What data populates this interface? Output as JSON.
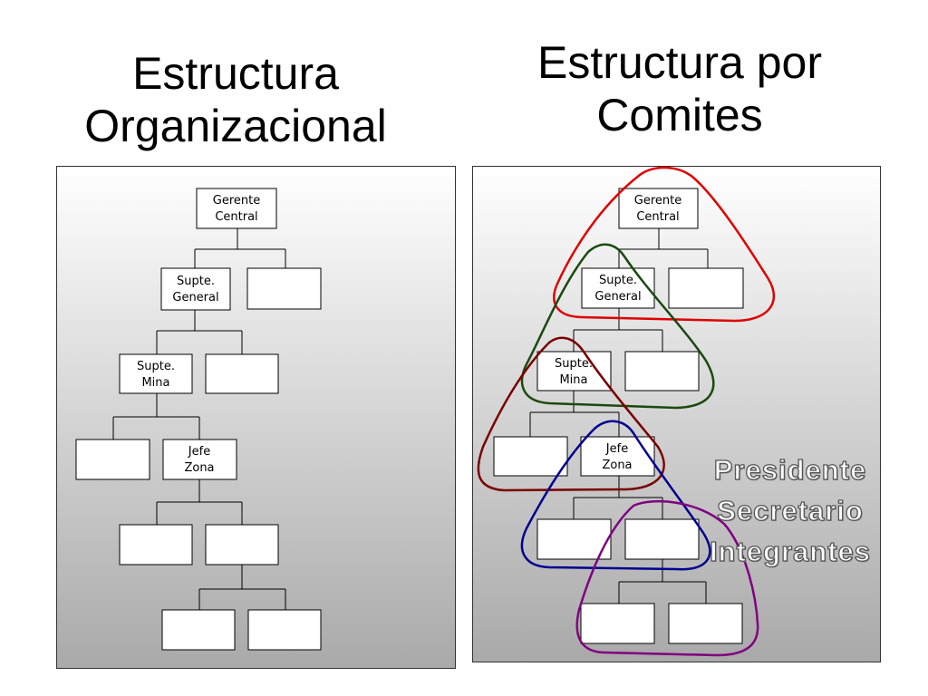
{
  "titles": {
    "left_line1": "Estructura",
    "left_line2": "Organizacional",
    "right_line1": "Estructura por",
    "right_line2": "Comites"
  },
  "org_labels": {
    "gerente": [
      "Gerente",
      "Central"
    ],
    "supte_general": [
      "Supte.",
      "General"
    ],
    "supte_mina": [
      "Supte.",
      "Mina"
    ],
    "jefe_zona": [
      "Jefe",
      "Zona"
    ]
  },
  "roles": [
    "Presidente",
    "Secretario",
    "Integrantes"
  ],
  "committee_colors": {
    "red": "#e00000",
    "green": "#1a4a10",
    "maroon": "#7a0000",
    "blue": "#000090",
    "purple": "#800080"
  }
}
